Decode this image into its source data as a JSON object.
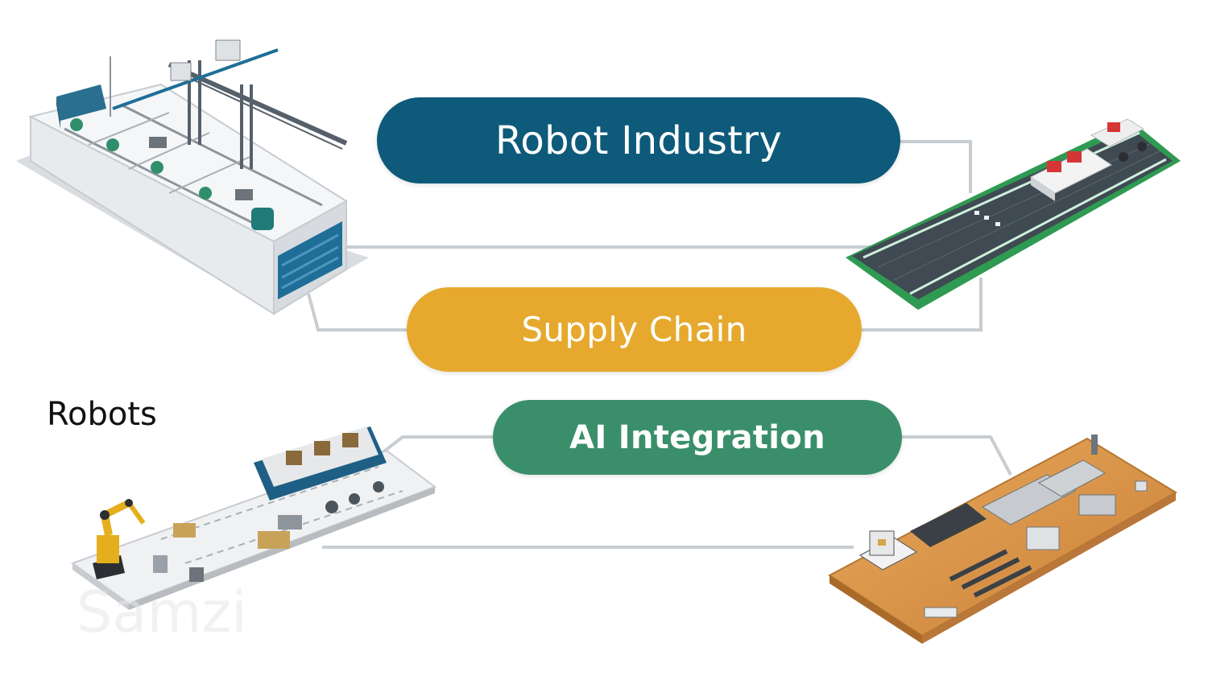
{
  "nodes": {
    "robot_industry": {
      "label": "Robot Industry",
      "color": "#0e5a7a"
    },
    "supply_chain": {
      "label": "Supply Chain",
      "color": "#e6a92e"
    },
    "ai_integration": {
      "label": "AI Integration",
      "color": "#3a8f6a"
    }
  },
  "side_label": "Robots",
  "watermark": "Samzi",
  "illustrations": [
    "automated-factory",
    "conveyor-track-with-vehicle",
    "robot-arm-assembly-floor",
    "electronics-circuit-board-factory"
  ],
  "connector_color": "#c8cdd2"
}
